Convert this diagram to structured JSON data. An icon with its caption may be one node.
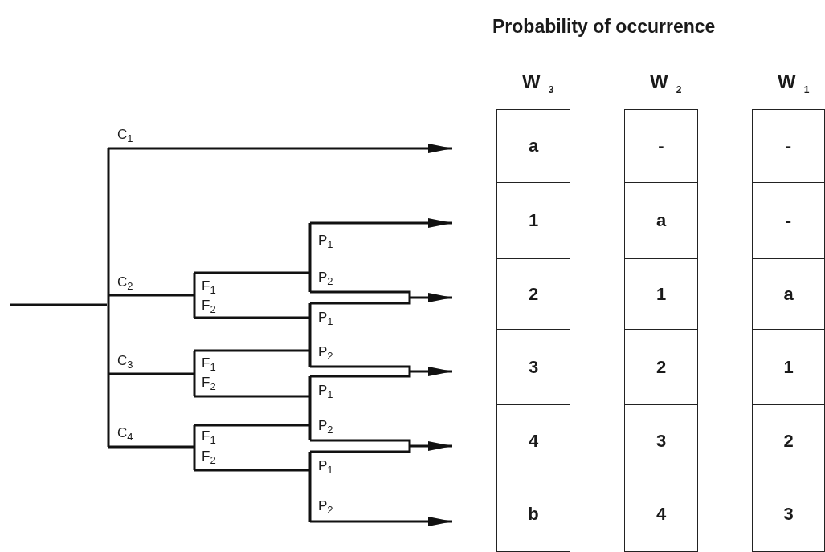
{
  "diagram": {
    "title": "Probability of occurrence",
    "labels": [
      "W$_{3}$",
      "W$_{2}$",
      "W$_{1}$",
      "C$_{1}$",
      "P$_{1}$",
      "C$_{2}$",
      "F$_{1}$",
      "P$_{2}$",
      "F$_{2}$",
      "P$_{1}$",
      "C$_{3}$",
      "F$_{1}$",
      "P$_{2}$",
      "F$_{2}$",
      "P$_{1}$",
      "C$_{4}$",
      "F$_{1}$",
      "P$_{2}$",
      "F$_{2}$",
      "P$_{1}$",
      "P$_{2}$",
      "a",
      "-",
      "-",
      "1",
      "a",
      "-",
      "2",
      "1",
      "a",
      "3",
      "2",
      "1",
      "4",
      "3",
      "2",
      "b",
      "4",
      "3"
    ]
  }
}
